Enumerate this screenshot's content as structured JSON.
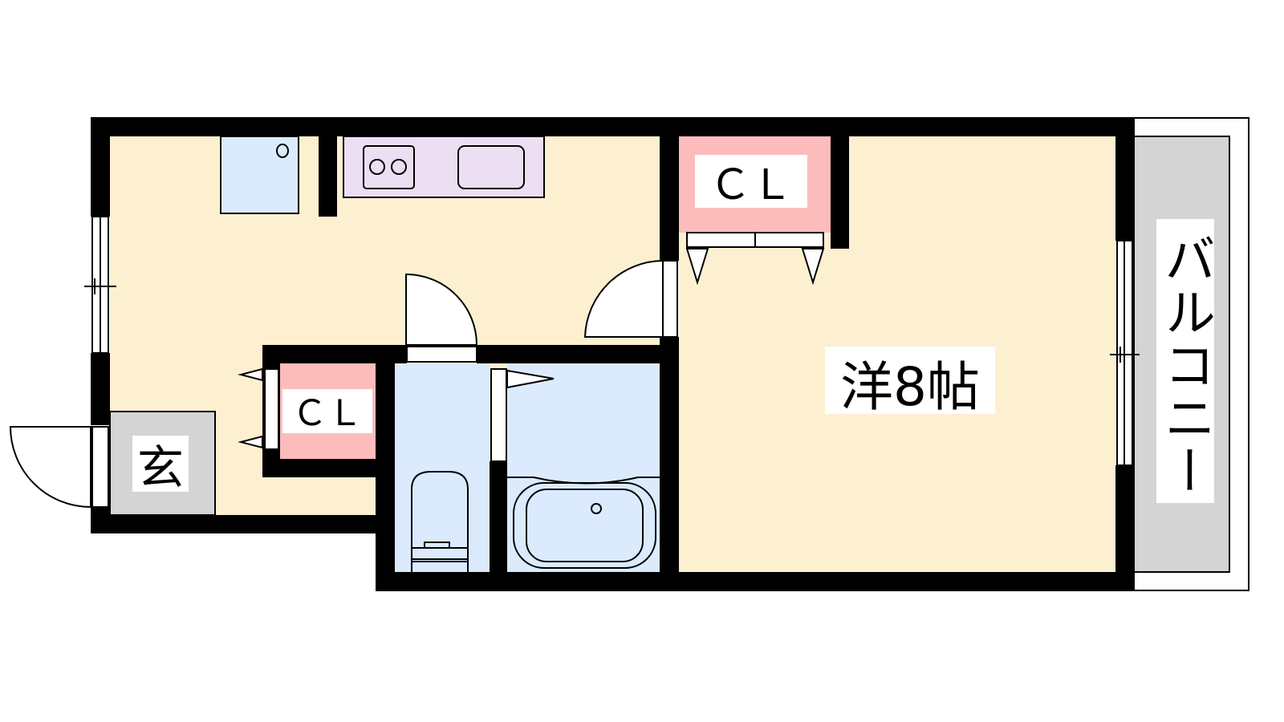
{
  "rooms": {
    "western_room": "洋8帖",
    "closet_main": "ＣＬ",
    "closet_small": "ＣＬ",
    "entrance": "玄",
    "balcony": "バルコニー"
  },
  "colors": {
    "floor": "#fdf0d1",
    "wet_area": "#dbeafd",
    "closet": "#fcbcbc",
    "kitchen": "#ecdff3",
    "entrance": "#d4d4d4",
    "balcony": "#d4d4d4",
    "wall": "#000000"
  }
}
